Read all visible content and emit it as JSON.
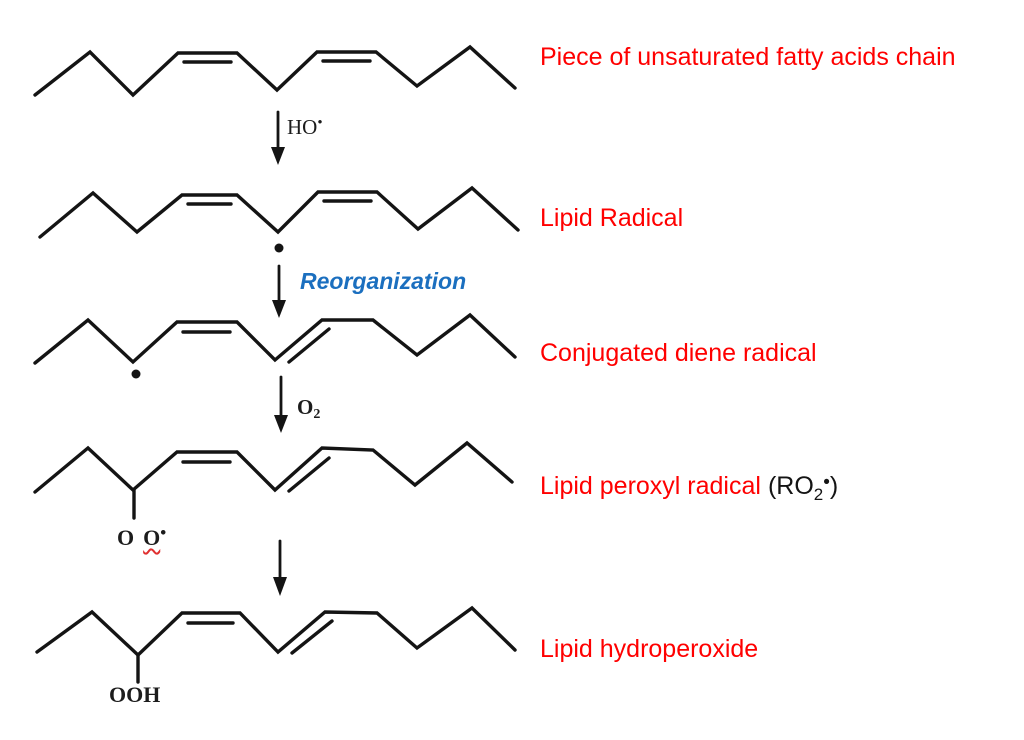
{
  "labels": {
    "step1": "Piece of unsaturated fatty acids chain",
    "step2": "Lipid Radical",
    "step3": "Conjugated diene radical",
    "step4_red": "Lipid peroxyl radical",
    "step4_black_pre": "(RO",
    "step4_sub": "2",
    "step4_dot": "•",
    "step4_black_post": ")",
    "step5": "Lipid hydroperoxide"
  },
  "reagents": {
    "ho": "HO",
    "ho_dot": "•",
    "reorganization": "Reorganization",
    "o2_base": "O",
    "o2_sub": "2"
  },
  "groups": {
    "peroxyl_o1": "O",
    "peroxyl_o2": "O",
    "peroxyl_dot": "•",
    "hydroperoxide": "OOH"
  },
  "colors": {
    "label_red": "#ff0000",
    "reorganization_blue": "#1b6fbf",
    "ink_black": "#141414",
    "squiggle_red": "#e03030",
    "background": "#ffffff"
  }
}
